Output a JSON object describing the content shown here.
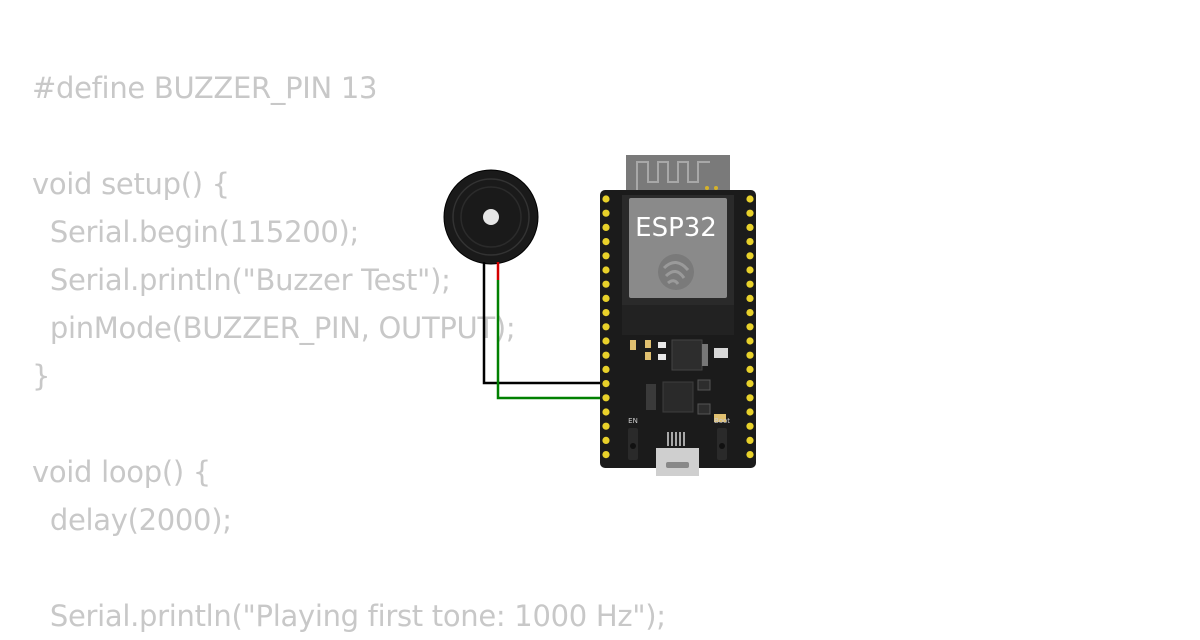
{
  "code_lines": [
    "#define BUZZER_PIN 13",
    "",
    "void setup() {",
    "  Serial.begin(115200);",
    "  Serial.println(\"Buzzer Test\");",
    "  pinMode(BUZZER_PIN, OUTPUT);",
    "}",
    "",
    "void loop() {",
    "  delay(2000);",
    "",
    "  Serial.println(\"Playing first tone: 1000 Hz\");"
  ],
  "board": {
    "chip_label": "ESP32",
    "en_label": "EN",
    "boot_label": "Boot"
  },
  "wire_colors": {
    "gnd": "#000000",
    "signal": "#008000",
    "buzzer_positive": "#d40000"
  }
}
